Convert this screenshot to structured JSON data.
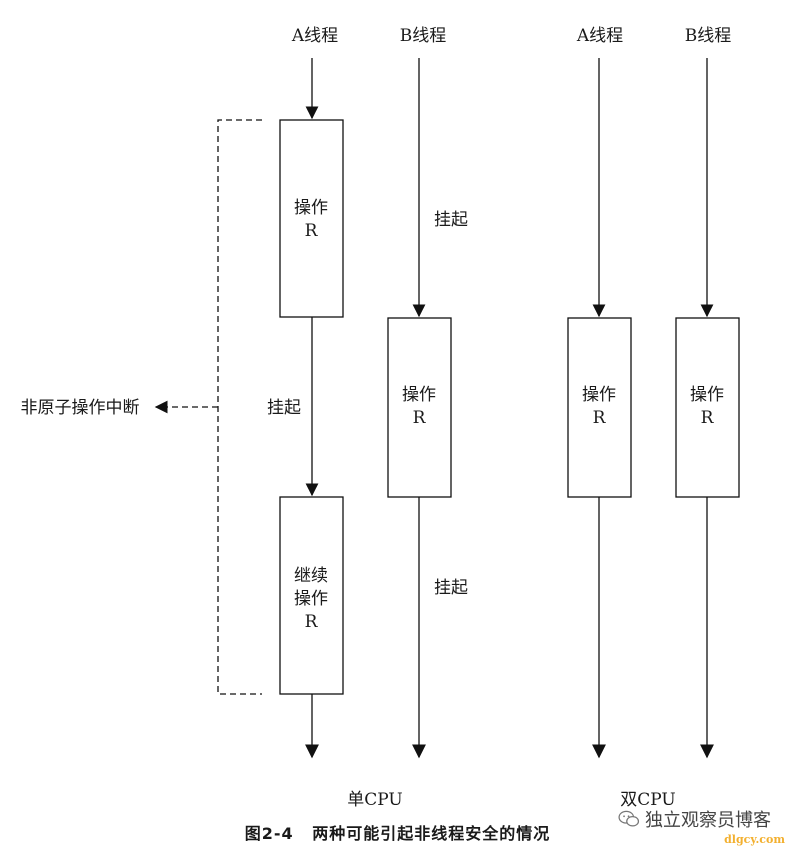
{
  "diagram": {
    "threads": {
      "a1": "A线程",
      "b1": "B线程",
      "a2": "A线程",
      "b2": "B线程"
    },
    "boxes": {
      "a_op": [
        "操作",
        "R"
      ],
      "a_continue": [
        "继续",
        "操作",
        "R"
      ],
      "b_op": [
        "操作",
        "R"
      ],
      "dual_a_op": [
        "操作",
        "R"
      ],
      "dual_b_op": [
        "操作",
        "R"
      ]
    },
    "suspend_b_top": "挂起",
    "suspend_a": "挂起",
    "suspend_b_bottom": "挂起",
    "non_atomic": "非原子操作中断",
    "single_cpu": "单CPU",
    "dual_cpu": "双CPU"
  },
  "caption": {
    "number": "图2-4",
    "text": "两种可能引起非线程安全的情况"
  },
  "watermark": {
    "icon": "wechat-icon",
    "text": "独立观察员博客",
    "site": "dlgcy.com"
  }
}
